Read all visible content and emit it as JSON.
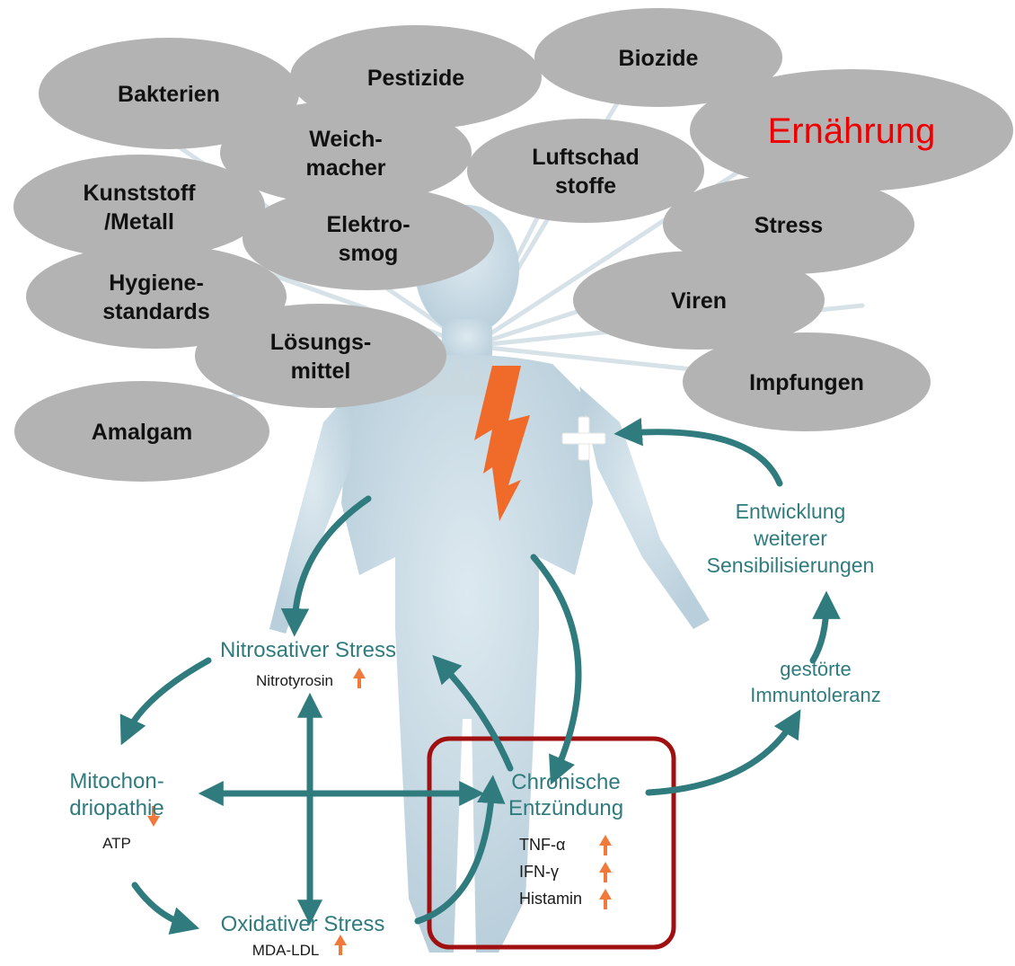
{
  "colors": {
    "bubble_fill": "#b3b3b3",
    "bubble_text": "#111111",
    "highlight_text": "#ee0000",
    "teal": "#2f7b7e",
    "body": "#cfe0ea",
    "bolt": "#f06a2a",
    "up_down_arrow": "#f07a3a",
    "box_border": "#a01010"
  },
  "bubbles": [
    {
      "id": "bakterien",
      "lines": [
        "Bakterien"
      ]
    },
    {
      "id": "pestizide",
      "lines": [
        "Pestizide"
      ]
    },
    {
      "id": "biozide",
      "lines": [
        "Biozide"
      ]
    },
    {
      "id": "ernaehrung",
      "lines": [
        "Ernährung"
      ],
      "highlight": true
    },
    {
      "id": "weichmacher",
      "lines": [
        "Weich-",
        "macher"
      ]
    },
    {
      "id": "luftschadstoffe",
      "lines": [
        "Luftschad",
        "stoffe"
      ]
    },
    {
      "id": "kunststoff",
      "lines": [
        "Kunststoff",
        "/Metall"
      ]
    },
    {
      "id": "elektrosmog",
      "lines": [
        "Elektro-",
        "smog"
      ]
    },
    {
      "id": "stress",
      "lines": [
        "Stress"
      ]
    },
    {
      "id": "hygiene",
      "lines": [
        "Hygiene-",
        "standards"
      ]
    },
    {
      "id": "viren",
      "lines": [
        "Viren"
      ]
    },
    {
      "id": "loesungsmittel",
      "lines": [
        "Lösungs-",
        "mittel"
      ]
    },
    {
      "id": "impfungen",
      "lines": [
        "Impfungen"
      ]
    },
    {
      "id": "amalgam",
      "lines": [
        "Amalgam"
      ]
    }
  ],
  "cycle": {
    "nitrosativ": {
      "title": "Nitrosativer Stress",
      "marker": "Nitrotyrosin"
    },
    "mito": {
      "title_lines": [
        "Mitochon-",
        "driopathie"
      ],
      "marker": "ATP"
    },
    "oxidativ": {
      "title": "Oxidativer Stress",
      "marker": "MDA-LDL"
    },
    "chronisch": {
      "title_lines": [
        "Chronische",
        "Entzündung"
      ],
      "markers": [
        "TNF-α",
        "IFN-γ",
        "Histamin"
      ]
    },
    "immuntoleranz": {
      "title_lines": [
        "gestörte",
        "Immuntoleranz"
      ]
    },
    "sensibilisierung": {
      "title_lines": [
        "Entwicklung",
        "weiterer",
        "Sensibilisierungen"
      ]
    }
  }
}
